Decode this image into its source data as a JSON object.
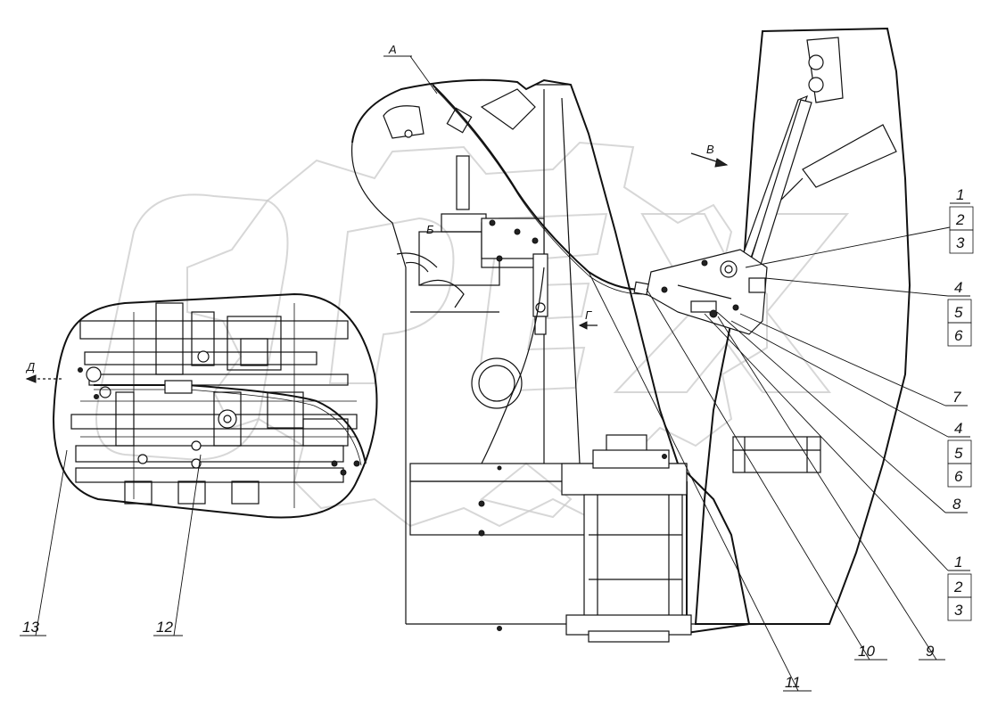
{
  "callouts": {
    "c1a": "1",
    "c2a": "2",
    "c3a": "3",
    "c4a": "4",
    "c5a": "5",
    "c6a": "6",
    "c7": "7",
    "c4b": "4",
    "c5b": "5",
    "c6b": "6",
    "c8": "8",
    "c1b": "1",
    "c2b": "2",
    "c3b": "3",
    "c9": "9",
    "c10": "10",
    "c11": "11",
    "c12": "12",
    "c13": "13"
  },
  "view_labels": {
    "a": "А",
    "b": "Б",
    "v": "В",
    "g": "Г",
    "d": "Д"
  },
  "colors": {
    "line": "#111111",
    "watermark": "#c9c9c9",
    "paper": "#ffffff"
  }
}
